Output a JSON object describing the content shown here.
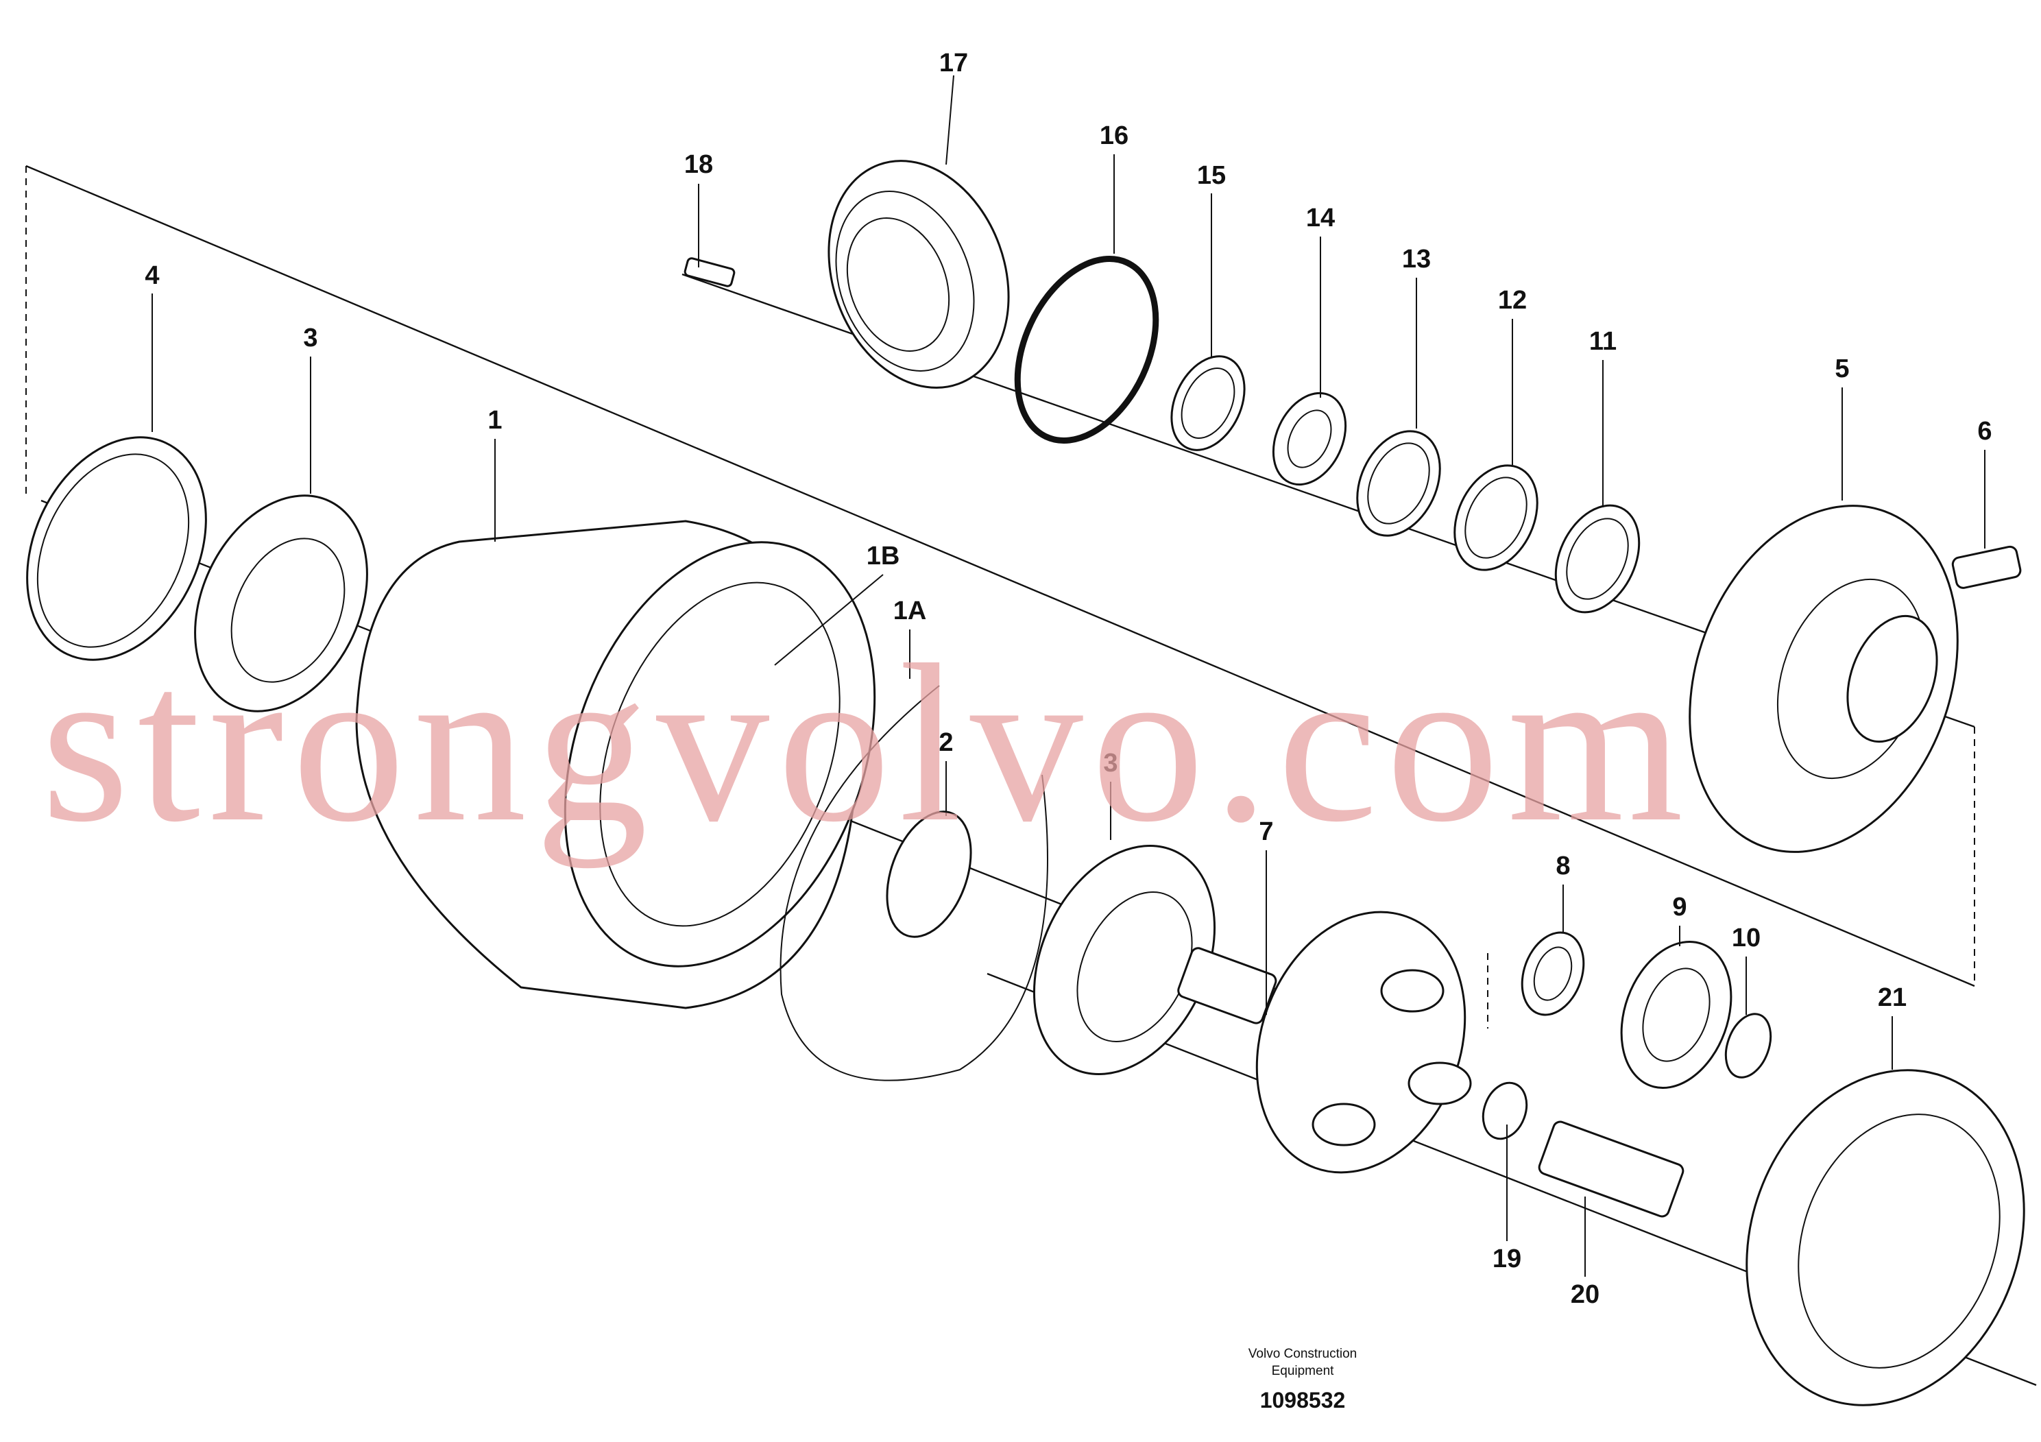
{
  "diagram": {
    "callouts": [
      "17",
      "16",
      "18",
      "15",
      "14",
      "13",
      "12",
      "11",
      "4",
      "3",
      "1",
      "1B",
      "1A",
      "5",
      "6",
      "2",
      "3",
      "7",
      "8",
      "9",
      "10",
      "21",
      "19",
      "20"
    ],
    "credit_line1": "Volvo Construction",
    "credit_line2": "Equipment",
    "document_number": "1098532",
    "watermark": "strongvolvo.com"
  }
}
